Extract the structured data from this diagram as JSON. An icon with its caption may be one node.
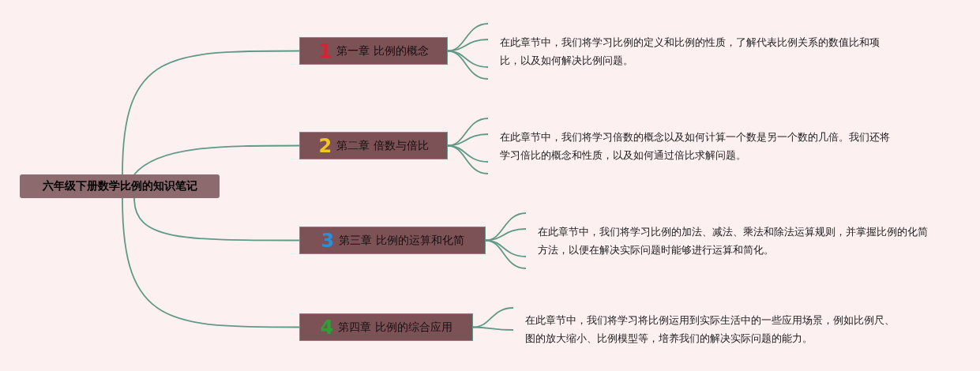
{
  "diagram": {
    "nodes": [
      {
        "text": [
          "六年级下册数学比例的知识笔记"
        ]
      },
      {
        "text": [
          "1",
          "第一章 比例的概念"
        ]
      },
      {
        "text": [
          "在此章节中，我们将学习比例的定义和比例的性质，了解代表比例关系的数值比和项比，以及如何解决比例问题。"
        ]
      },
      {
        "text": [
          "2",
          "第二章 倍数与倍比"
        ]
      },
      {
        "text": [
          "在此章节中，我们将学习倍数的概念以及如何计算一个数是另一个数的几倍。我们还将学习倍比的概念和性质，以及如何通过倍比求解问题。"
        ]
      },
      {
        "text": [
          "3",
          "第三章 比例的运算和化简"
        ]
      },
      {
        "text": [
          "在此章节中，我们将学习比例的加法、减法、乘法和除法运算规则，并掌握比例的化简方法，以便在解决实际问题时能够进行运算和简化。"
        ]
      },
      {
        "text": [
          "4",
          "第四章 比例的综合应用"
        ]
      },
      {
        "text": [
          "在此章节中，我们将学习将比例运用到实际生活中的一些应用场景，例如比例尺、图的放大缩小、比例模型等，培养我们的解决实际问题的能力。"
        ]
      }
    ],
    "edges": [
      {
        "from": 0,
        "to": 1,
        "arrow": "none"
      },
      {
        "from": 0,
        "to": 3,
        "arrow": "none"
      },
      {
        "from": 0,
        "to": 5,
        "arrow": "none"
      },
      {
        "from": 0,
        "to": 7,
        "arrow": "none"
      },
      {
        "from": 1,
        "to": 2,
        "arrow": "none"
      },
      {
        "from": 1,
        "to": 2,
        "arrow": "none"
      },
      {
        "from": 1,
        "to": 2,
        "arrow": "none"
      },
      {
        "from": 1,
        "to": 2,
        "arrow": "none"
      },
      {
        "from": 3,
        "to": 4,
        "arrow": "none"
      },
      {
        "from": 3,
        "to": 4,
        "arrow": "none"
      },
      {
        "from": 3,
        "to": 4,
        "arrow": "none"
      },
      {
        "from": 3,
        "to": 4,
        "arrow": "none"
      },
      {
        "from": 5,
        "to": 6,
        "arrow": "none"
      },
      {
        "from": 5,
        "to": 6,
        "arrow": "none"
      },
      {
        "from": 5,
        "to": 6,
        "arrow": "none"
      },
      {
        "from": 5,
        "to": 6,
        "arrow": "none"
      },
      {
        "from": 7,
        "to": 8,
        "arrow": "none"
      },
      {
        "from": 7,
        "to": 8,
        "arrow": "none"
      }
    ]
  }
}
